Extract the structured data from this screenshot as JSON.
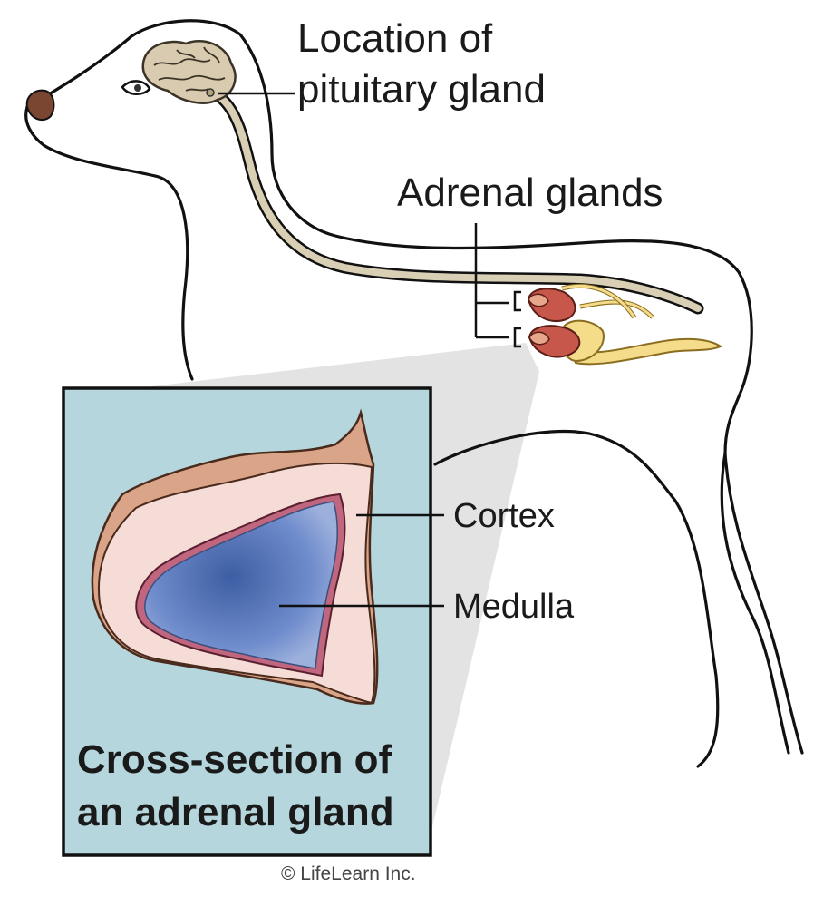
{
  "labels": {
    "pituitary_line1": "Location of",
    "pituitary_line2": "pituitary gland",
    "adrenal": "Adrenal glands",
    "cortex": "Cortex",
    "medulla": "Medulla",
    "inset_title_line1": "Cross-section of",
    "inset_title_line2": "an adrenal gland",
    "copyright": "© LifeLearn Inc."
  },
  "colors": {
    "inset_bg": "#b5d6dc",
    "cortex_outer": "#d9a487",
    "cortex_inner": "#f6dcd7",
    "medulla_border": "#c0667f",
    "medulla": "#4f6cab",
    "brain": "#d8cbb0",
    "spinal_cord": "#d8cfb5",
    "adrenal_gland": "#c7574b",
    "kidney_yellow": "#f5dc8a"
  }
}
